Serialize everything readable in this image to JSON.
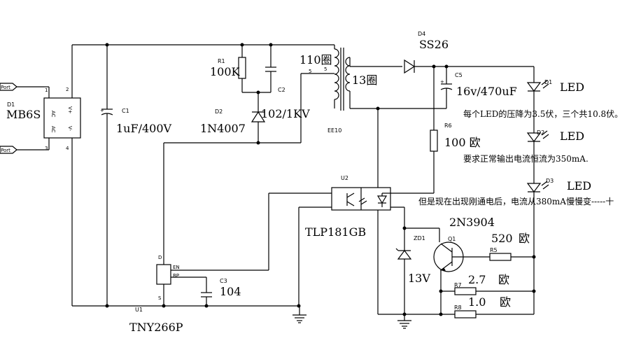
{
  "bridge": {
    "ref": "D1",
    "part": "MB6S",
    "pin_ac1": "AC",
    "pin_ac2": "AC",
    "pin_vplus": "V+",
    "pin_vminus": "V-",
    "pin1": "1",
    "pin2": "2",
    "pin3": "3",
    "pin4": "4",
    "port1": "Port",
    "port2": "Port"
  },
  "c1": {
    "ref": "C1",
    "value": "1uF/400V"
  },
  "r1": {
    "ref": "R1",
    "value": "100K"
  },
  "c2": {
    "ref": "C2"
  },
  "d2": {
    "ref": "D2",
    "part": "1N4007",
    "value": "102/1KV"
  },
  "transformer": {
    "primary_turns": "110圈",
    "secondary_turns": "13圈",
    "core": "EE10",
    "pin_a": "5",
    "pin_b": "5"
  },
  "d4": {
    "ref": "D4",
    "part": "SS26"
  },
  "c5": {
    "ref": "C5",
    "value": "16v/470uF"
  },
  "r6": {
    "ref": "R6",
    "value": "100 欧"
  },
  "leds": [
    {
      "ref": "D1",
      "label": "LED"
    },
    {
      "ref": "D2",
      "label": "LED"
    },
    {
      "ref": "D3",
      "label": "LED"
    }
  ],
  "notes": {
    "line1": "每个LED的压降为3.5伏，三个共10.8伏。",
    "line2": "要求正常输出电流恒流为350mA.",
    "line3": "但是现在出现刚通电后，电流从380mA慢慢变-----十"
  },
  "u2": {
    "ref": "U2",
    "part": "TLP181GB"
  },
  "zd1": {
    "ref": "ZD1",
    "value": "13V"
  },
  "q1": {
    "ref": "Q1",
    "part": "2N3904"
  },
  "r5": {
    "ref": "R5",
    "value": "520",
    "unit": "欧"
  },
  "r7": {
    "ref": "R7",
    "value": "2.7",
    "unit": "欧"
  },
  "r8": {
    "ref": "R8",
    "value": "1.0",
    "unit": "欧"
  },
  "u1": {
    "ref": "U1",
    "part": "TNY266P",
    "pin_d": "D",
    "pin_s": "S",
    "pin_en": "EN",
    "pin_bp": "BP"
  },
  "c3": {
    "ref": "C3",
    "value": "104"
  }
}
